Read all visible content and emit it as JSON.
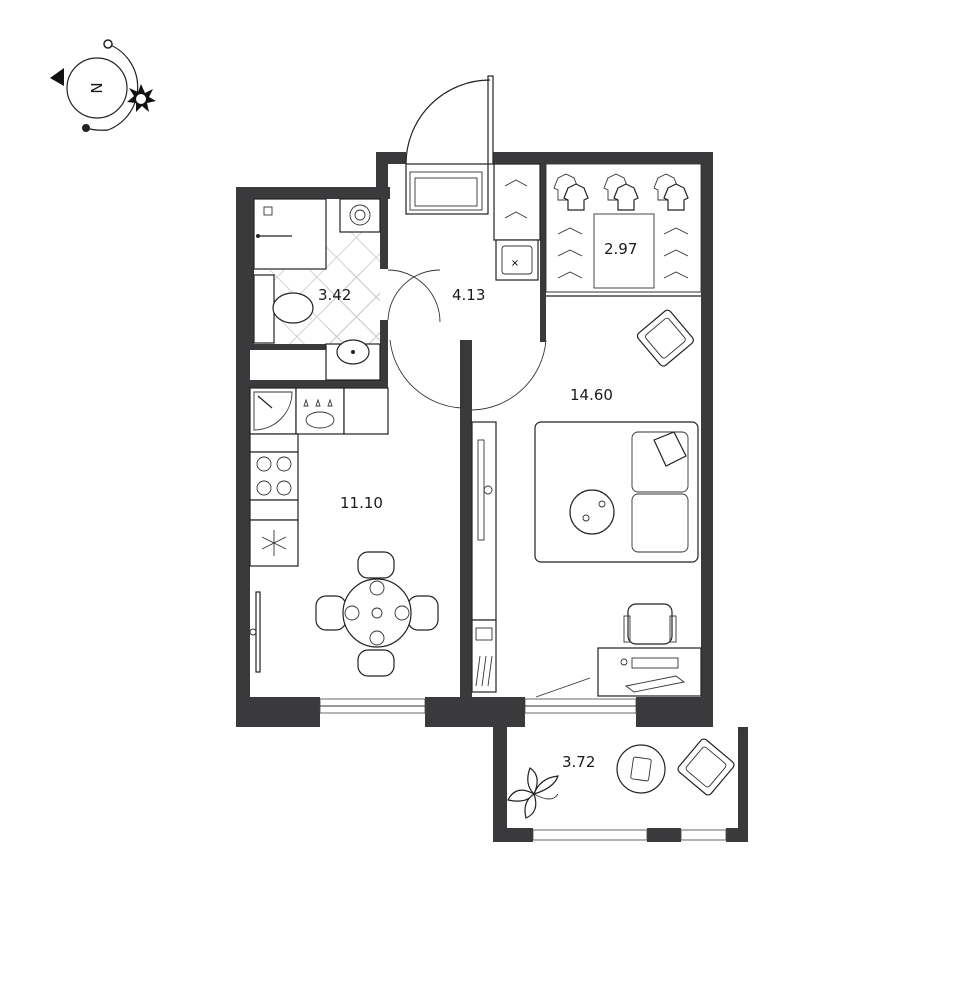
{
  "colors": {
    "wall": "#3a3a3c",
    "background": "#ffffff",
    "line": "#222222"
  },
  "compass": {
    "letter": "N",
    "icon": "compass-icon",
    "sun_icon": "sun-icon"
  },
  "rooms": {
    "bathroom": {
      "area": "3.42"
    },
    "hallway": {
      "area": "4.13"
    },
    "wardrobe": {
      "area": "2.97"
    },
    "living_room": {
      "area": "14.60"
    },
    "kitchen": {
      "area": "11.10"
    },
    "balcony": {
      "area": "3.72"
    }
  }
}
